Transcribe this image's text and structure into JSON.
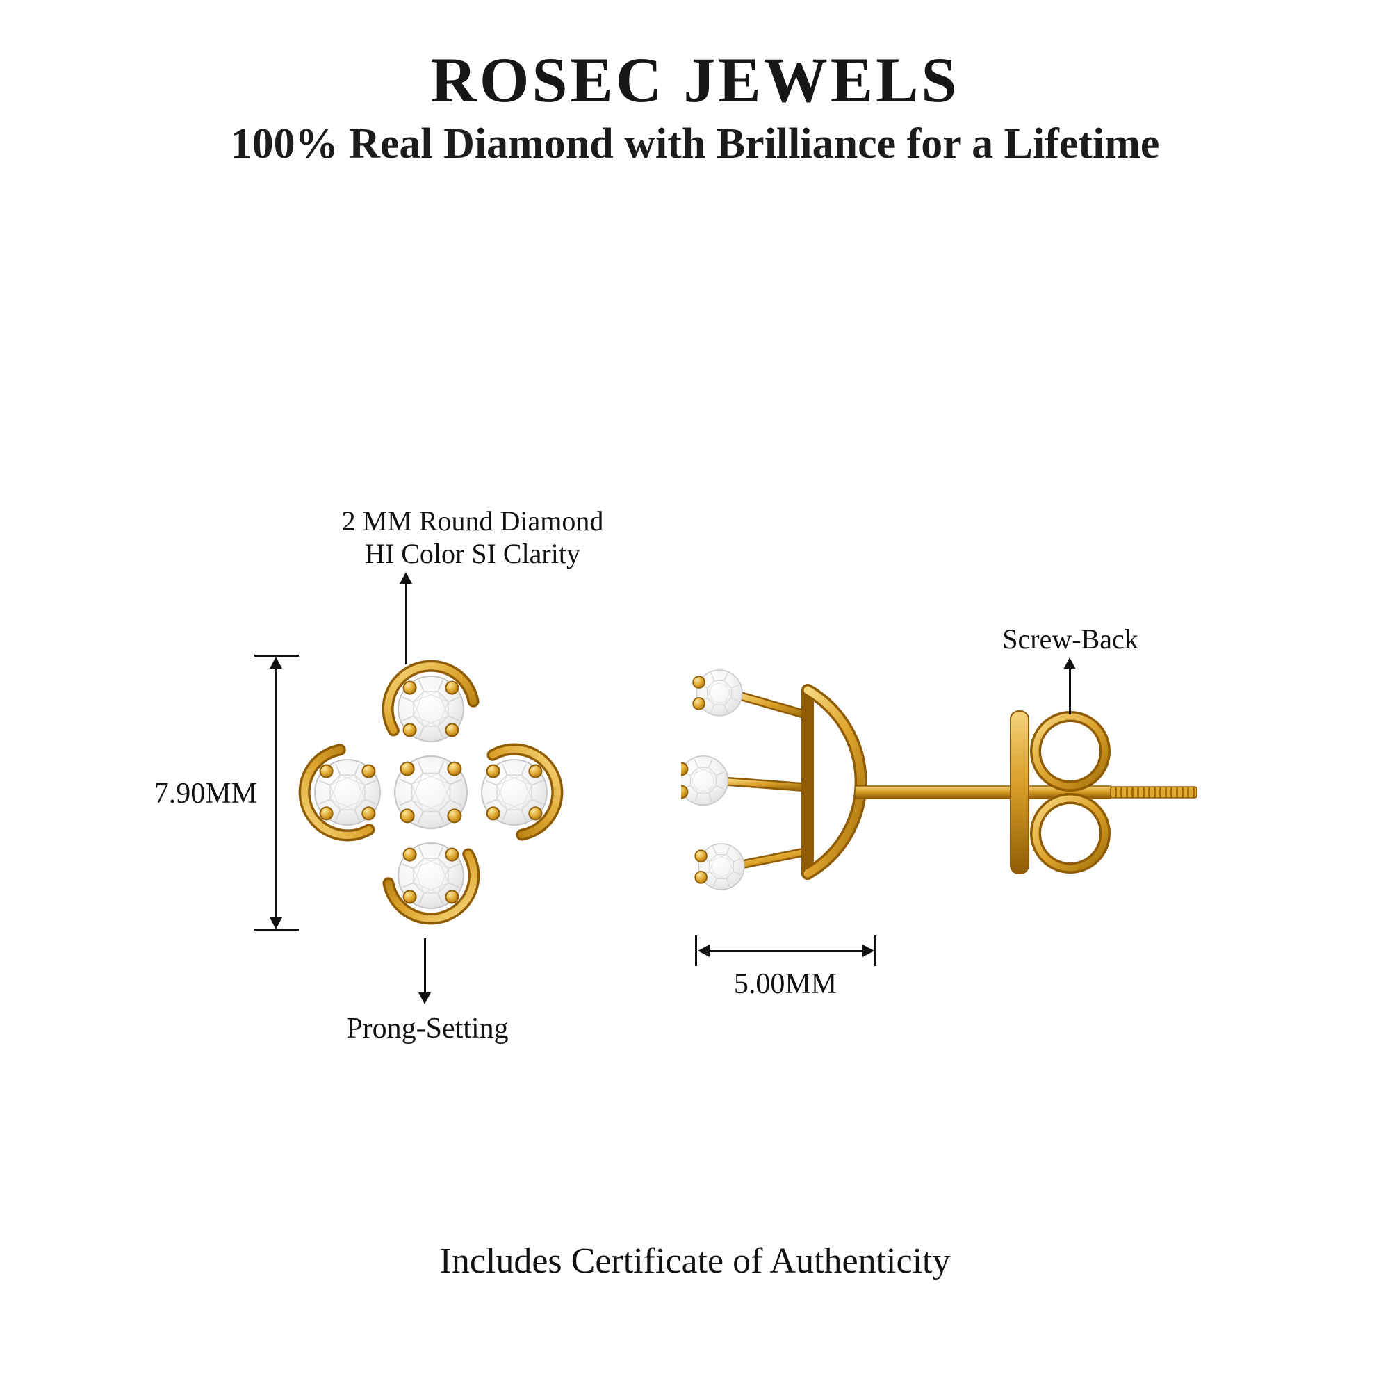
{
  "header": {
    "brand": "ROSEC JEWELS",
    "tagline": "100% Real Diamond with Brilliance for a Lifetime"
  },
  "front_view": {
    "stone_label_line1": "2 MM Round Diamond",
    "stone_label_line2": "HI Color SI Clarity",
    "height_label": "7.90MM",
    "setting_label": "Prong-Setting"
  },
  "side_view": {
    "back_label": "Screw-Back",
    "width_label": "5.00MM"
  },
  "footer": {
    "note": "Includes Certificate of Authenticity"
  },
  "colors": {
    "gold": "#DDA32C",
    "gold_dark": "#8F5C04",
    "gold_light": "#F6D87E",
    "diamond": "#F4F4F4",
    "diamond_edge": "#C6C6C6",
    "text": "#111111",
    "background": "#FFFFFF"
  }
}
